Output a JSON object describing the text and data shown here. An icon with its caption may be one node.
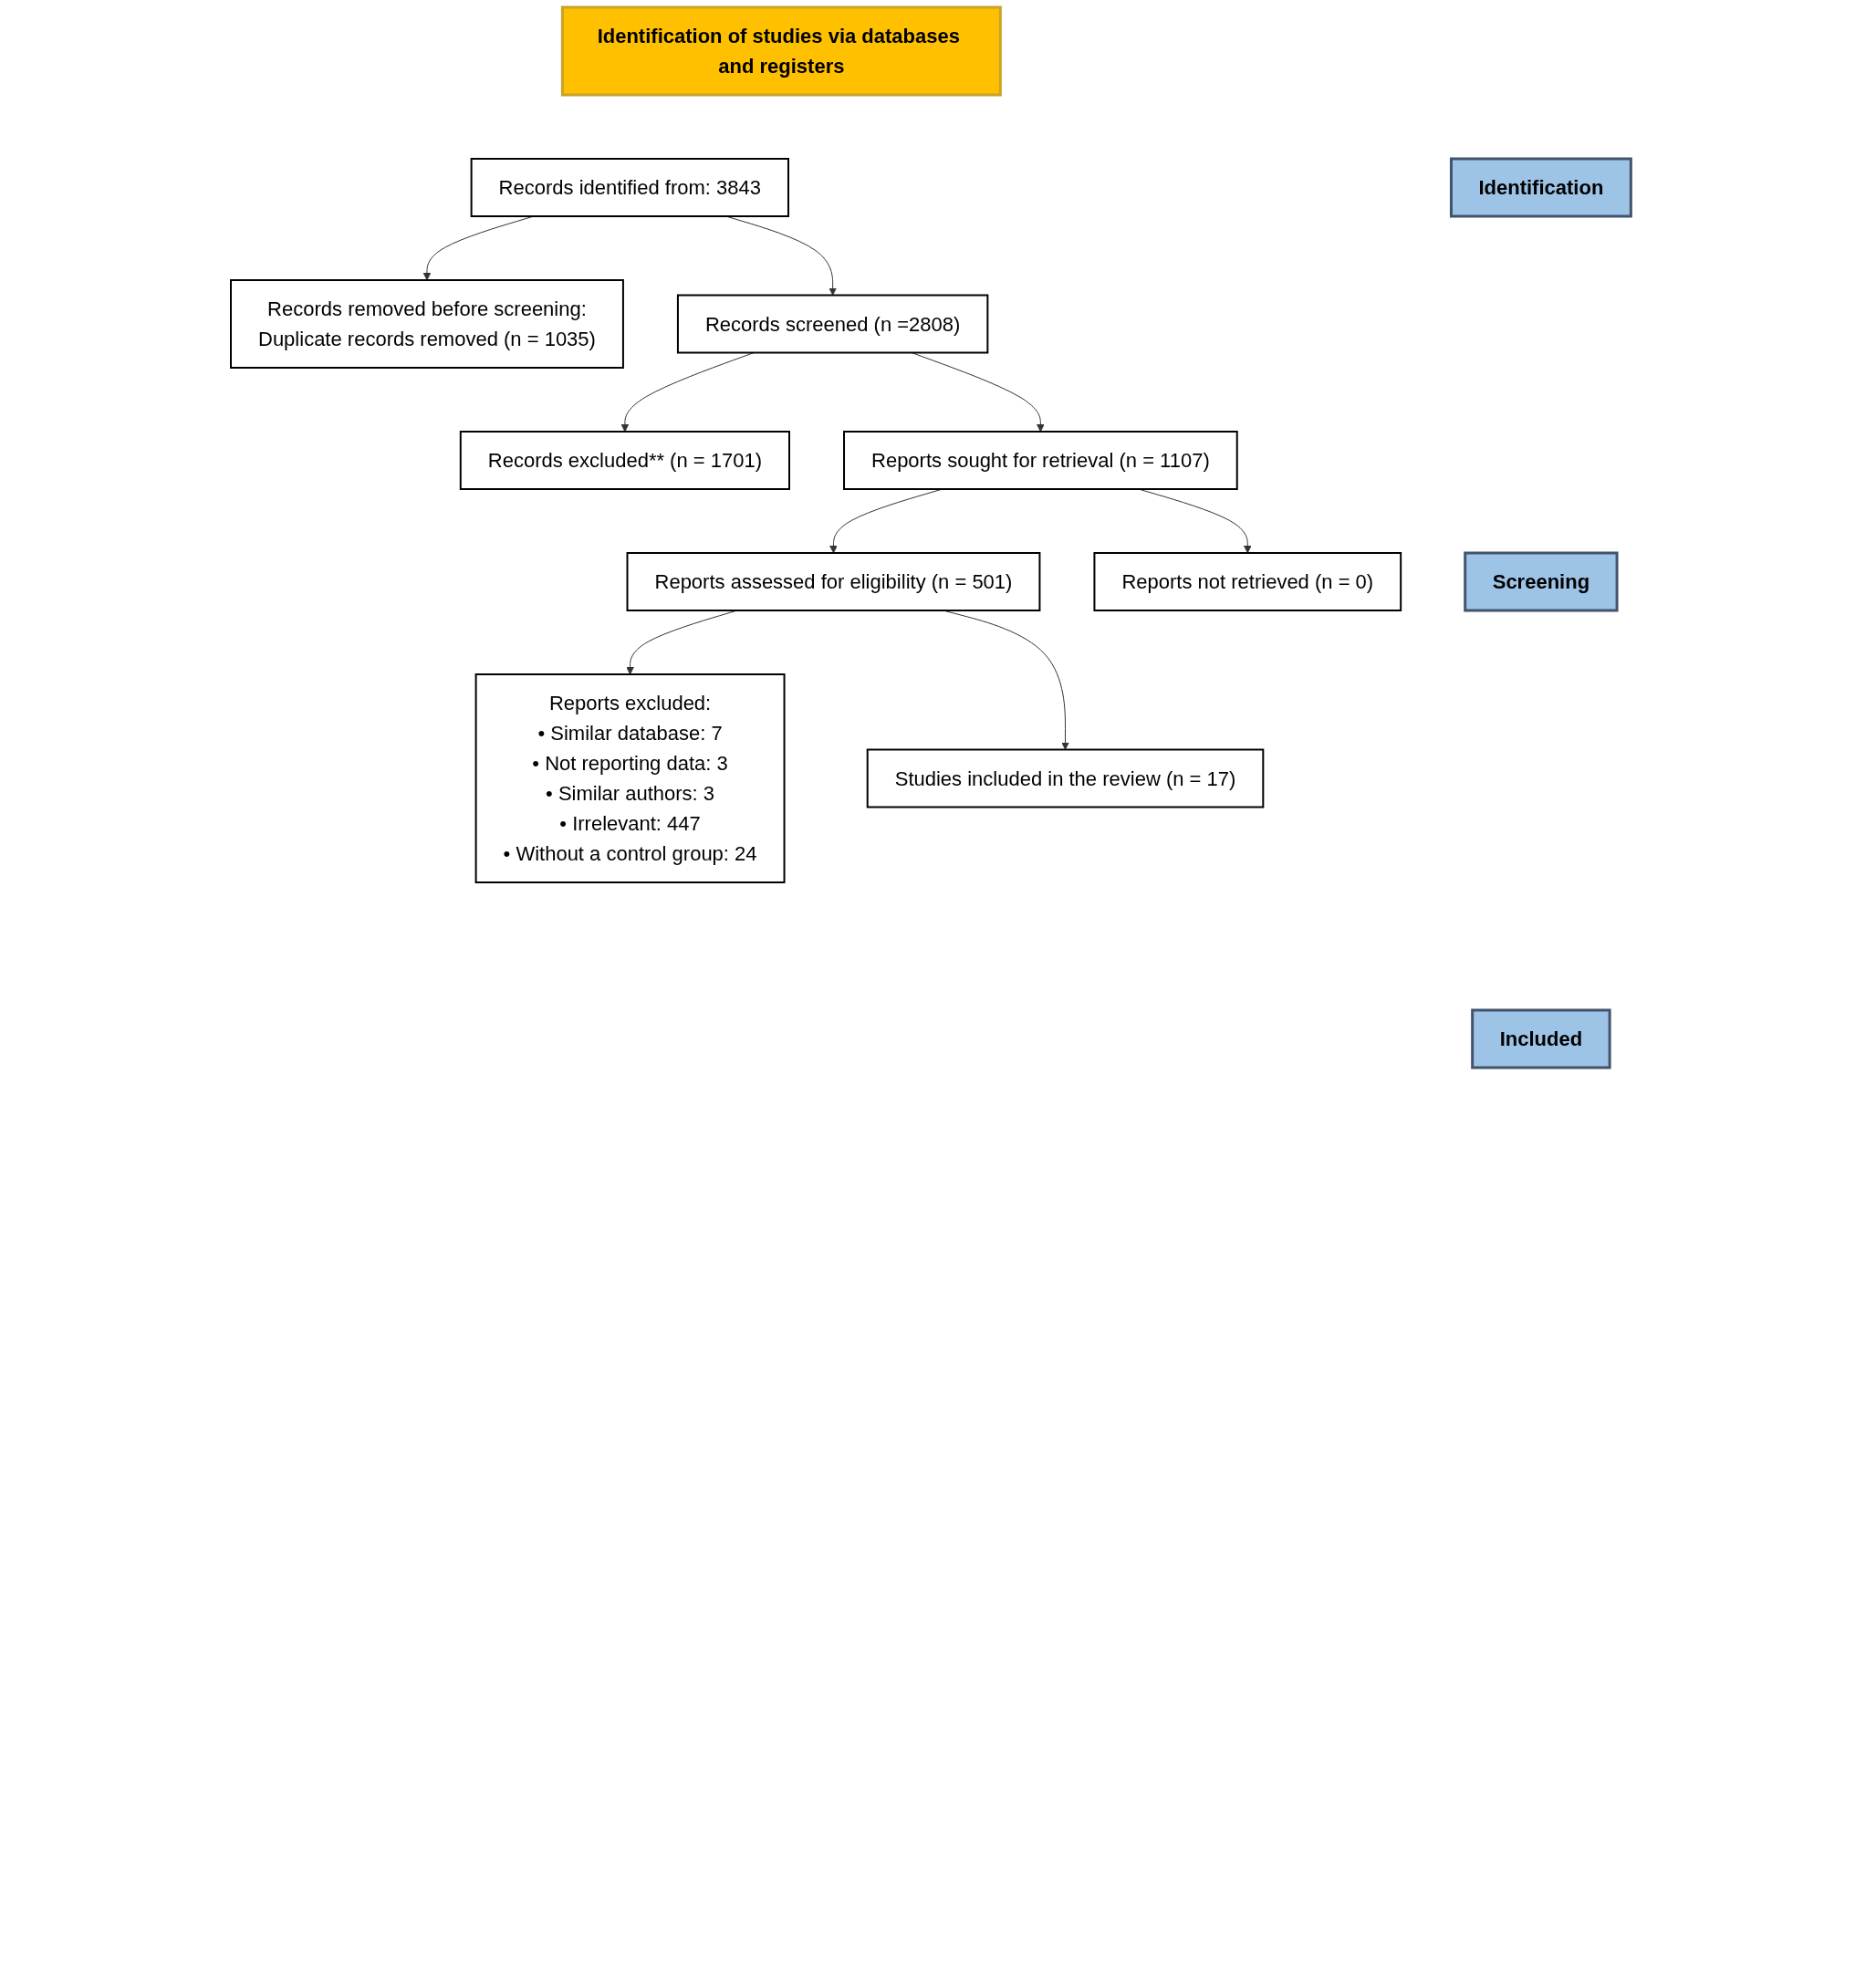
{
  "diagram": {
    "nodes": [
      {
        "text": [
          "Identification of studies via databases and registers"
        ]
      },
      {
        "text": [
          "Identification"
        ]
      },
      {
        "text": [
          "Records identified from: 3843"
        ]
      },
      {
        "text": [
          "Records removed before screening:",
          "Duplicate records removed (n = 1035)"
        ]
      },
      {
        "text": [
          "Screening"
        ]
      },
      {
        "text": [
          "Records screened (n =2808)"
        ]
      },
      {
        "text": [
          "Records excluded** (n = 1701)"
        ]
      },
      {
        "text": [
          "Reports sought for retrieval (n = 1107)"
        ]
      },
      {
        "text": [
          "Reports not retrieved (n = 0)"
        ]
      },
      {
        "text": [
          "Reports assessed for eligibility (n = 501)"
        ]
      },
      {
        "text": [
          "Reports excluded:",
          "• Similar database: 7",
          "• Not reporting data: 3",
          "• Similar authors: 3",
          "• Irrelevant: 447",
          "• Without a control group: 24"
        ]
      },
      {
        "text": [
          "Included"
        ]
      },
      {
        "text": [
          "Studies included in the review (n = 17)"
        ]
      }
    ],
    "edges": [
      {
        "from": 2,
        "to": 3,
        "arrow": "to"
      },
      {
        "from": 2,
        "to": 5,
        "arrow": "to"
      },
      {
        "from": 5,
        "to": 6,
        "arrow": "to"
      },
      {
        "from": 5,
        "to": 7,
        "arrow": "to"
      },
      {
        "from": 7,
        "to": 8,
        "arrow": "to"
      },
      {
        "from": 7,
        "to": 9,
        "arrow": "to"
      },
      {
        "from": 9,
        "to": 10,
        "arrow": "to"
      },
      {
        "from": 9,
        "to": 12,
        "arrow": "to"
      }
    ]
  }
}
